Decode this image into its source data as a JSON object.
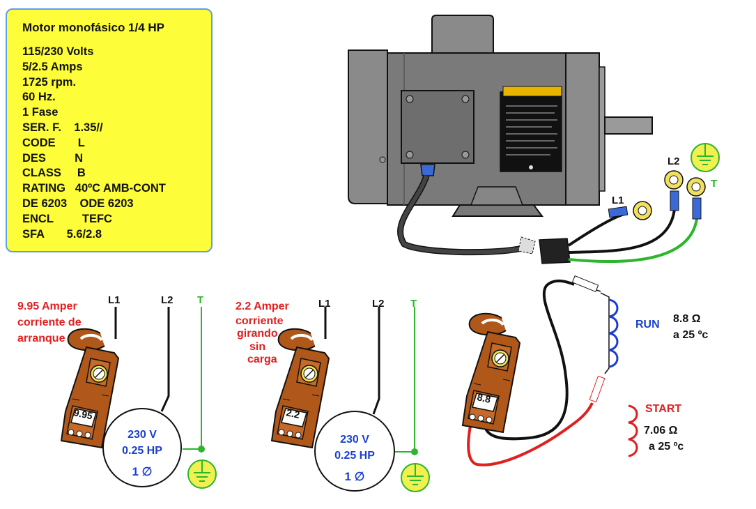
{
  "specs": {
    "title": "Motor monofásico  1/4 HP",
    "lines": [
      "115/230 Volts",
      "5/2.5 Amps",
      "1725 rpm.",
      "60 Hz.",
      "1 Fase",
      "SER. F.    1.35//",
      "CODE       L",
      "DES         N",
      "CLASS     B",
      "RATING   40ºC AMB-CONT",
      "DE 6203    ODE 6203",
      "ENCL         TEFC",
      "SFA       5.6/2.8"
    ]
  },
  "motor_wiring": {
    "l1": "L1",
    "l2": "L2",
    "t": "T"
  },
  "measure_start": {
    "reading_label": [
      "9.95 Amper",
      "corriente de",
      "arranque"
    ],
    "display": "9.95",
    "l1": "L1",
    "l2": "L2",
    "t": "T",
    "motor_voltage": "230 V",
    "motor_power": "0.25 HP",
    "motor_phase": "1 ∅"
  },
  "measure_run": {
    "reading_label": [
      "2.2 Amper",
      "corriente",
      "girando",
      "sin",
      "carga"
    ],
    "display": "2.2",
    "l1": "L1",
    "l2": "L2",
    "t": "T",
    "motor_voltage": "230 V",
    "motor_power": "0.25 HP",
    "motor_phase": "1 ∅"
  },
  "resistance": {
    "display": "8.8",
    "run_label": "RUN",
    "run_value": "8.8 Ω",
    "run_temp": "a 25 ºc",
    "start_label": "START",
    "start_value": "7.06 Ω",
    "start_temp": "a 25 ºc"
  },
  "colors": {
    "spec_bg": "#fdfd3a",
    "motor_gray": "#7a7a7a",
    "meter_brown": "#b0581a",
    "ground_yellow": "#f0f050",
    "wire_green": "#2db52d",
    "label_red": "#e02020",
    "run_blue": "#1a3fd0"
  }
}
